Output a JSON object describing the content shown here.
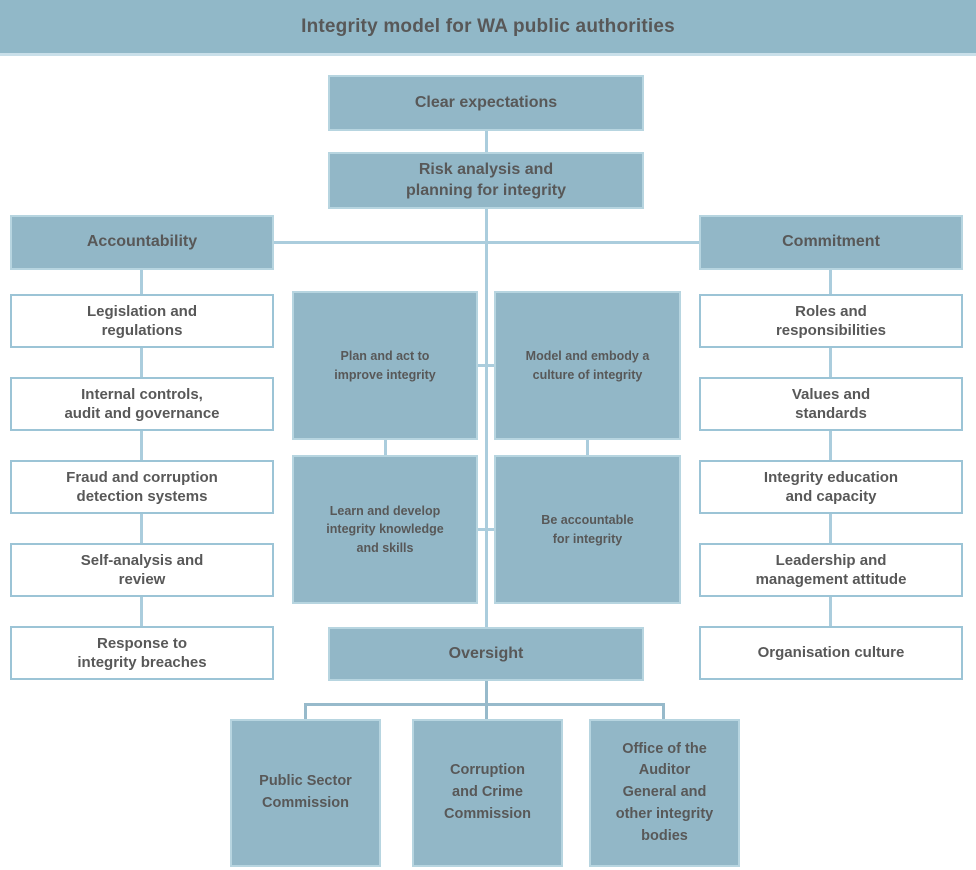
{
  "title": "Integrity model for WA public authorities",
  "top": {
    "clear_expectations": "Clear expectations",
    "risk_analysis": "Risk analysis and\nplanning for integrity"
  },
  "left": {
    "header": "Accountability",
    "items": [
      "Legislation and\nregulations",
      "Internal controls,\naudit and governance",
      "Fraud and corruption\ndetection systems",
      "Self-analysis and\nreview",
      "Response to\nintegrity breaches"
    ]
  },
  "right": {
    "header": "Commitment",
    "items": [
      "Roles and\nresponsibilities",
      "Values and\nstandards",
      "Integrity education\nand capacity",
      "Leadership and\nmanagement attitude",
      "Organisation culture"
    ]
  },
  "center": {
    "quadrants": [
      "Plan and act to\nimprove integrity",
      "Model and embody a\nculture of integrity",
      "Learn and develop\nintegrity knowledge\nand skills",
      "Be accountable\nfor integrity"
    ]
  },
  "oversight": "Oversight",
  "bottom": {
    "items": [
      "Public Sector\nCommission",
      "Corruption\nand Crime\nCommission",
      "Office of the\nAuditor\nGeneral and\nother integrity\nbodies"
    ]
  },
  "colors": {
    "banner_fill": "#91B8C8",
    "box_fill": "#92B7C7",
    "box_border": "#B7D5E0",
    "outline_border": "#9CC4D6",
    "text": "#585858",
    "connector": "#ABCDDD",
    "bracket": "#97BACB"
  }
}
